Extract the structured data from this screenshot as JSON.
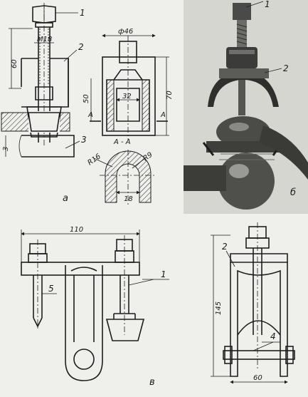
{
  "figure": {
    "captions": {
      "a": "а",
      "b": "б",
      "v": "в"
    },
    "callouts": {
      "c1": "1",
      "c2": "2",
      "c3": "3",
      "b1": "1",
      "b2": "2",
      "v1": "1",
      "v5": "5",
      "v2": "2",
      "v4": "4"
    },
    "dimensions": {
      "m18": "M18",
      "d60": "60",
      "d3": "3",
      "d46": "ф46",
      "d50": "50",
      "d70": "70",
      "d32": "32",
      "secA1": "A",
      "secA2": "A",
      "secAA": "A - A",
      "r16": "R16",
      "r9": "R9",
      "d18": "18",
      "d110": "110",
      "d145": "145",
      "d60b": "60"
    },
    "stray_mark": "4"
  }
}
